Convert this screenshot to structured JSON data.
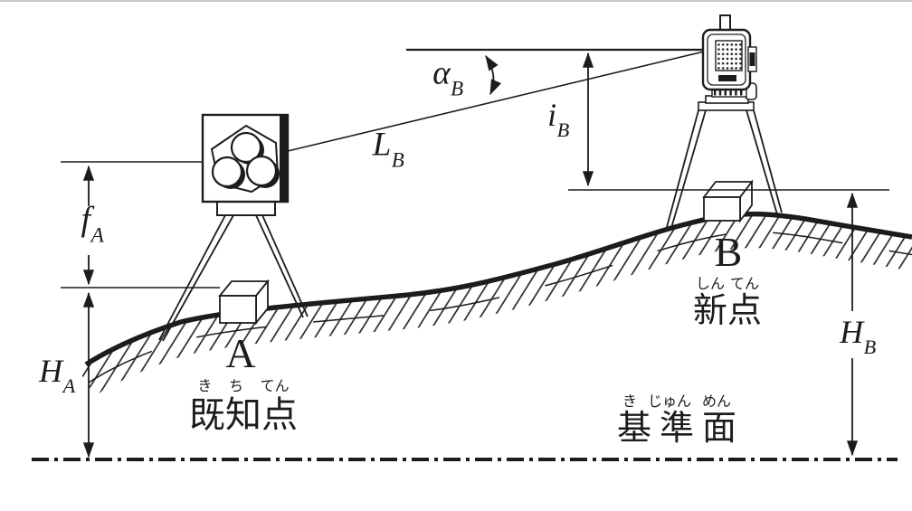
{
  "colors": {
    "ink": "#1c1c1c",
    "background": "#ffffff"
  },
  "labels": {
    "alpha_b": {
      "symbol": "α",
      "subscript": "B"
    },
    "l_b": {
      "symbol": "L",
      "subscript": "B"
    },
    "i_b": {
      "symbol": "i",
      "subscript": "B"
    },
    "f_a": {
      "symbol": "f",
      "subscript": "A"
    },
    "h_a": {
      "symbol": "H",
      "subscript": "A"
    },
    "h_b": {
      "symbol": "H",
      "subscript": "B"
    },
    "point_a": {
      "letter": "A",
      "name": "既知点",
      "furigana": [
        "き",
        "ち",
        "てん"
      ]
    },
    "point_b": {
      "letter": "B",
      "name": "新点",
      "furigana": [
        "しん",
        "てん"
      ]
    },
    "datum_plane": {
      "name": "基準面",
      "furigana": [
        "き",
        "じゅん",
        "めん"
      ]
    }
  }
}
